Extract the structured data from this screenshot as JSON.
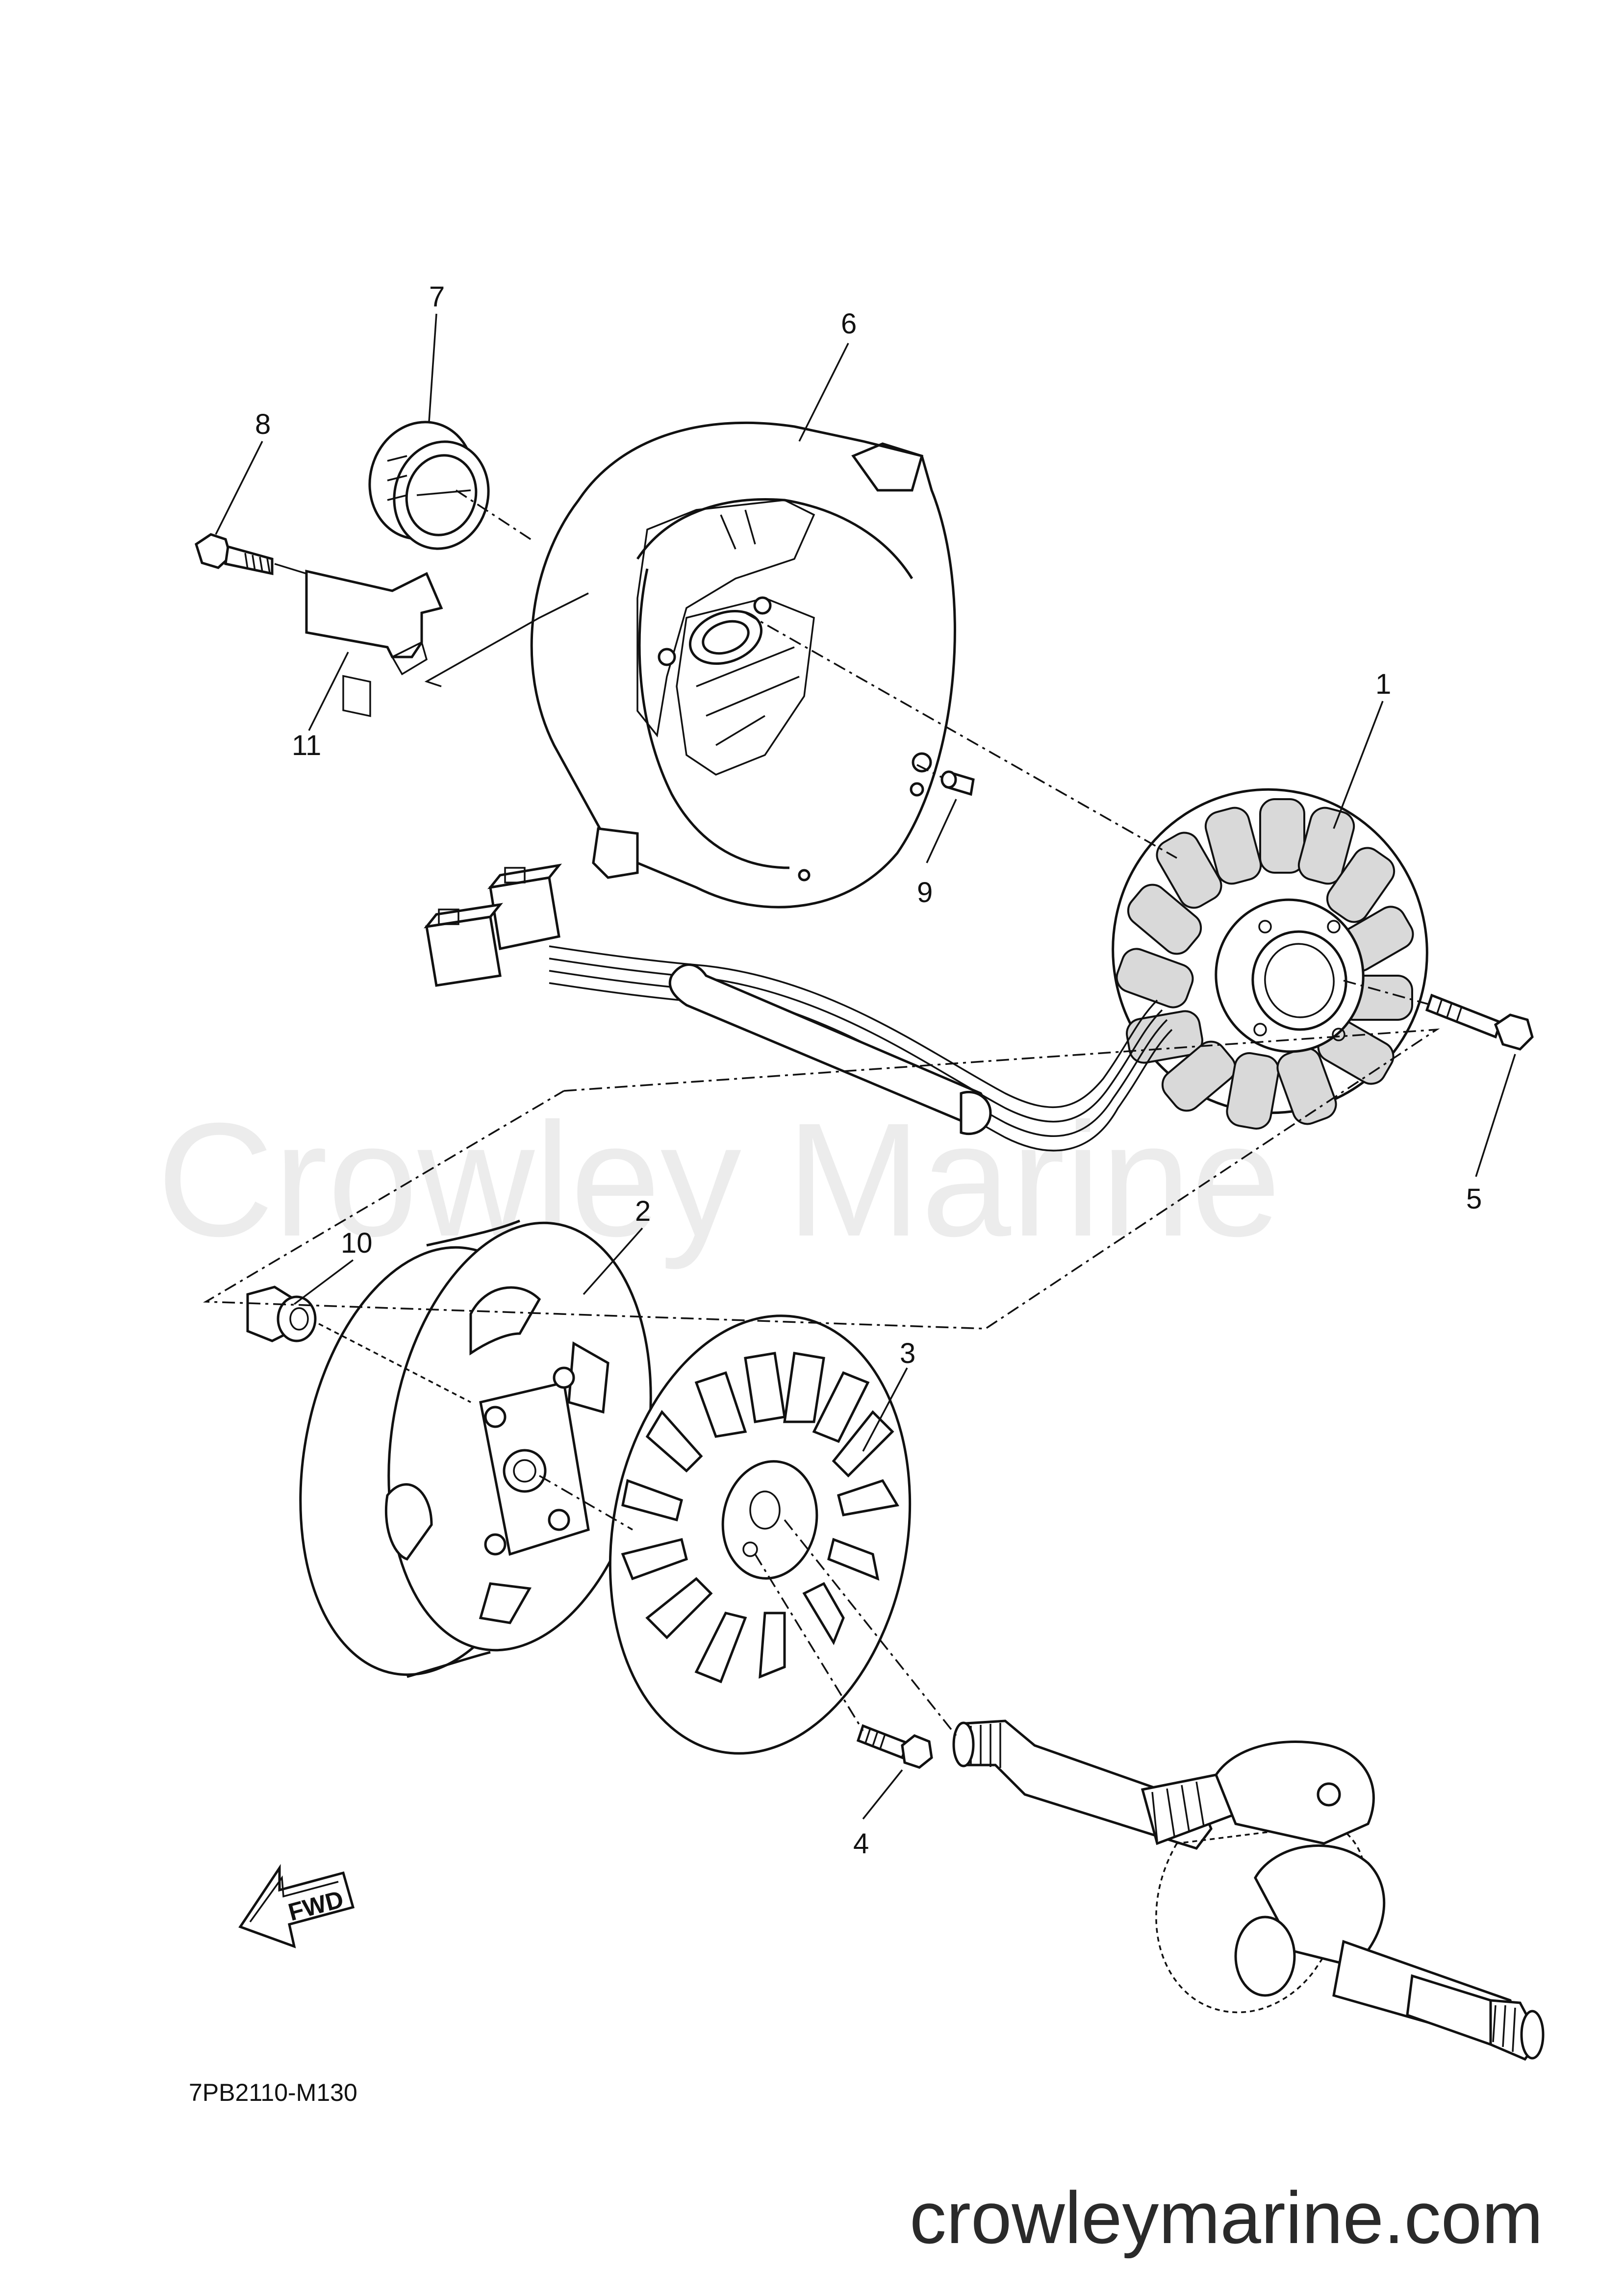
{
  "watermark": "Crowley Marine",
  "diagram_code": "7PB2110-M130",
  "site_url": "crowleymarine.com",
  "fwd_badge": "FWD",
  "callouts": [
    {
      "id": "1",
      "label": "1"
    },
    {
      "id": "2",
      "label": "2"
    },
    {
      "id": "3",
      "label": "3"
    },
    {
      "id": "4",
      "label": "4"
    },
    {
      "id": "5",
      "label": "5"
    },
    {
      "id": "6",
      "label": "6"
    },
    {
      "id": "7",
      "label": "7"
    },
    {
      "id": "8",
      "label": "8"
    },
    {
      "id": "9",
      "label": "9"
    },
    {
      "id": "10",
      "label": "10"
    },
    {
      "id": "11",
      "label": "11"
    }
  ]
}
